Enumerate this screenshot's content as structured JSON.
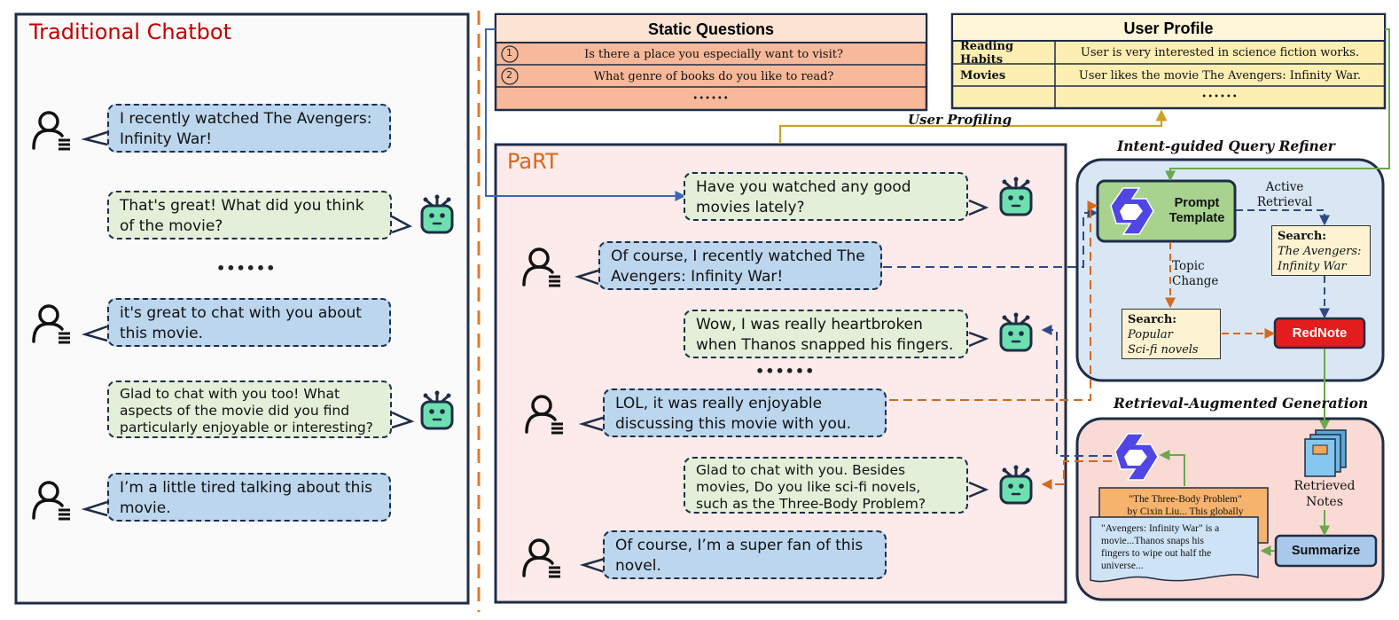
{
  "traditional": {
    "title": "Traditional Chatbot",
    "messages": [
      {
        "role": "user",
        "text": "I recently watched The Avengers: Infinity War!"
      },
      {
        "role": "bot",
        "text": "That's great! What did you think of the movie?"
      },
      {
        "role": "ellipsis",
        "text": "••••••"
      },
      {
        "role": "user",
        "text": "it's great to chat with you about this movie."
      },
      {
        "role": "bot",
        "text": "Glad to chat with you too! What aspects of the movie did you find particularly enjoyable or interesting?"
      },
      {
        "role": "user",
        "text": "I’m a little tired talking about this movie."
      }
    ]
  },
  "static_questions": {
    "title": "Static Questions",
    "items": [
      {
        "num": "1",
        "text": "Is there a place you especially want to visit?"
      },
      {
        "num": "2",
        "text": "What genre of books do you like to read?"
      }
    ],
    "more": "••••••"
  },
  "user_profile": {
    "title": "User Profile",
    "rows": [
      {
        "key": "Reading Habits",
        "value": "User is very interested in science fiction works."
      },
      {
        "key": "Movies",
        "value": "User likes the movie The Avengers: Infinity War."
      },
      {
        "key": "",
        "value": "••••••"
      }
    ]
  },
  "labels": {
    "user_profiling": "User Profiling",
    "intent_refiner": "Intent-guided Query Refiner",
    "rag": "Retrieval-Augmented Generation",
    "active_retrieval": "Active\nRetrieval",
    "topic_change": "Topic\nChange"
  },
  "part": {
    "title": "PaRT",
    "messages": [
      {
        "role": "bot",
        "text": "Have you watched any good movies lately?"
      },
      {
        "role": "user",
        "text": "Of course, I recently watched The Avengers: Infinity War!"
      },
      {
        "role": "bot",
        "text": "Wow, I was really heartbroken when Thanos snapped his fingers."
      },
      {
        "role": "ellipsis",
        "text": "••••••"
      },
      {
        "role": "user",
        "text": "LOL, it was really enjoyable discussing this movie with you."
      },
      {
        "role": "bot",
        "text": "Glad to chat with you. Besides movies, Do you like sci-fi novels, such as the Three-Body Problem?"
      },
      {
        "role": "user",
        "text": "Of course, I’m a super fan of this novel."
      }
    ]
  },
  "refiner": {
    "prompt_template": "Prompt\nTemplate",
    "search1": {
      "label": "Search:",
      "query": "The Avengers:\nInfinity War"
    },
    "search2": {
      "label": "Search:",
      "query": "Popular\nSci-fi novels"
    },
    "rednote": "RedNote"
  },
  "rag": {
    "retrieved_notes": "Retrieved\nNotes",
    "summarize": "Summarize",
    "note_back": "\"The Three-Body Problem\"\nby Cixin Liu... This globally",
    "note_front": "\"Avengers: Infinity War\" is a\nmovie...Thanos snaps his\nfingers to wipe out half the\nuniverse..."
  },
  "colors": {
    "navy": "#1f2d46",
    "blue_bubble": "#bcd6ee",
    "green_bubble": "#e3efd9",
    "part_bg": "#fdeaea",
    "refiner_bg": "#d9e7f5",
    "rag_bg": "#fadad4",
    "rednote": "#e31d1d",
    "orange_arrow": "#d46a1e",
    "blue_arrow": "#3b67b0",
    "green_arrow": "#6aa84f",
    "gold_arrow": "#c9a227"
  }
}
